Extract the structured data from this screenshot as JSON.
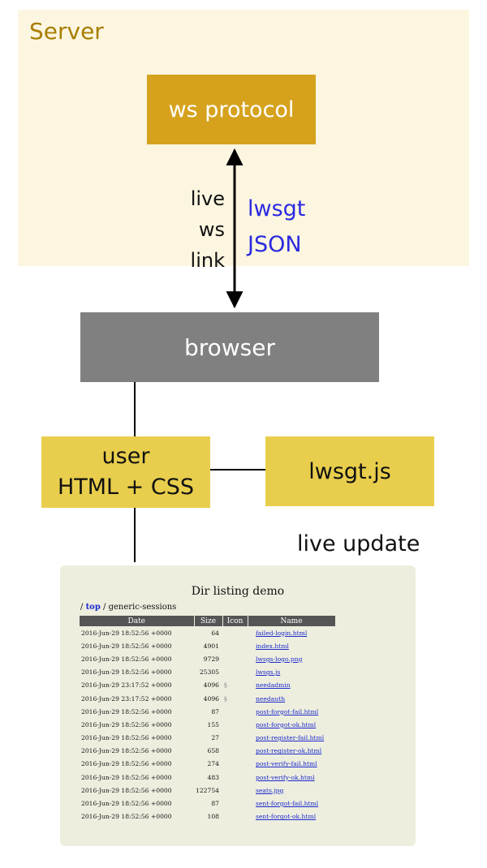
{
  "server": {
    "label": "Server"
  },
  "ws_protocol": {
    "label": "ws protocol"
  },
  "link": {
    "lines": [
      "live",
      "ws",
      "link"
    ],
    "protocol_lines": [
      "lwsgt",
      "JSON"
    ]
  },
  "browser": {
    "label": "browser"
  },
  "user_box": {
    "lines": [
      "user",
      "HTML + CSS"
    ]
  },
  "lwsgt_js": {
    "label": "lwsgt.js"
  },
  "live_update": {
    "label": "live update"
  },
  "listing": {
    "title": "Dir listing demo",
    "breadcrumb": {
      "top": "top",
      "sep1": "/ ",
      "sep2": " / ",
      "current": "generic-sessions"
    },
    "columns": [
      "Date",
      "Size",
      "Icon",
      "Name"
    ],
    "rows": [
      {
        "date": "2016-Jun-29 18:52:56 +0000",
        "size": "64",
        "icon": "",
        "name": "failed-login.html"
      },
      {
        "date": "2016-Jun-29 18:52:56 +0000",
        "size": "4901",
        "icon": "",
        "name": "index.html"
      },
      {
        "date": "2016-Jun-29 18:52:56 +0000",
        "size": "9729",
        "icon": "",
        "name": "lwsgs-logo.png"
      },
      {
        "date": "2016-Jun-29 18:52:56 +0000",
        "size": "25305",
        "icon": "",
        "name": "lwsgs.js"
      },
      {
        "date": "2016-Jun-29 23:17:52 +0000",
        "size": "4096",
        "icon": "§",
        "name": "needadmin"
      },
      {
        "date": "2016-Jun-29 23:17:52 +0000",
        "size": "4096",
        "icon": "§",
        "name": "needauth"
      },
      {
        "date": "2016-Jun-29 18:52:56 +0000",
        "size": "87",
        "icon": "",
        "name": "post-forgot-fail.html"
      },
      {
        "date": "2016-Jun-29 18:52:56 +0000",
        "size": "155",
        "icon": "",
        "name": "post-forgot-ok.html"
      },
      {
        "date": "2016-Jun-29 18:52:56 +0000",
        "size": "27",
        "icon": "",
        "name": "post-register-fail.html"
      },
      {
        "date": "2016-Jun-29 18:52:56 +0000",
        "size": "658",
        "icon": "",
        "name": "post-register-ok.html"
      },
      {
        "date": "2016-Jun-29 18:52:56 +0000",
        "size": "274",
        "icon": "",
        "name": "post-verify-fail.html"
      },
      {
        "date": "2016-Jun-29 18:52:56 +0000",
        "size": "483",
        "icon": "",
        "name": "post-verify-ok.html"
      },
      {
        "date": "2016-Jun-29 18:52:56 +0000",
        "size": "122754",
        "icon": "",
        "name": "seats.jpg"
      },
      {
        "date": "2016-Jun-29 18:52:56 +0000",
        "size": "87",
        "icon": "",
        "name": "sent-forgot-fail.html"
      },
      {
        "date": "2016-Jun-29 18:52:56 +0000",
        "size": "108",
        "icon": "",
        "name": "sent-forgot-ok.html"
      }
    ]
  },
  "colors": {
    "server_bg": "#fcf6e0",
    "server_label": "#a87d00",
    "ws_protocol_bg": "#d6a21e",
    "browser_bg": "#808080",
    "user_bg": "#e8ce4c",
    "protocol_text": "#2a2ae0",
    "listing_bg": "#eeeedf"
  }
}
